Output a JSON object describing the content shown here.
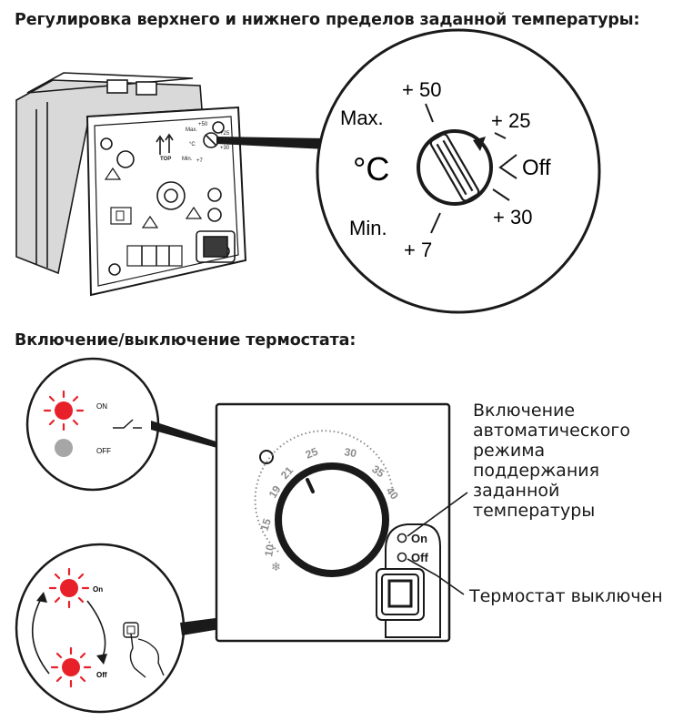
{
  "section1": {
    "heading": "Регулировка верхнего и нижнего пределов заданной температуры:",
    "device_labels": {
      "max": "Max.",
      "plus50": "+50",
      "plus25": "+25",
      "plus30": "+30",
      "celsius": "°C",
      "min": "Min.",
      "plus7": "+7",
      "top": "TOP"
    },
    "dial_callout": {
      "plus50": "+ 50",
      "max": "Max.",
      "plus25": "+ 25",
      "celsius": "°C",
      "off": "Off",
      "plus30": "+ 30",
      "min": "Min.",
      "plus7": "+ 7"
    }
  },
  "section2": {
    "heading": "Включение/выключение термостата:",
    "led_callout": {
      "on": "ON",
      "off": "OFF"
    },
    "button_callout": {
      "on": "On",
      "off": "Off"
    },
    "panel": {
      "scale": [
        "10",
        "15",
        "19",
        "21",
        "25",
        "30",
        "35",
        "40"
      ],
      "on_label": "On",
      "off_label": "Off"
    },
    "annotation_auto": [
      "Включение",
      "автоматического",
      "режима",
      "поддержания",
      "заданной",
      "температуры"
    ],
    "annotation_off": "Термостат выключен"
  },
  "colors": {
    "led_red": "#e8202a",
    "led_gray": "#a6a6a6",
    "line": "#1a1a1a"
  }
}
